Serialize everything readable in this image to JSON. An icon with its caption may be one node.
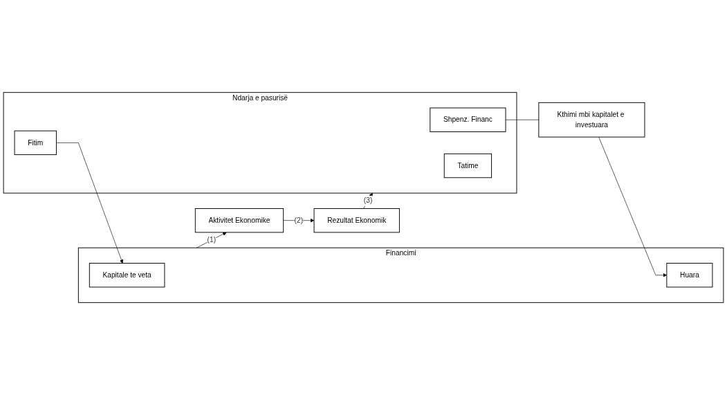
{
  "diagram": {
    "nodes": [
      {
        "text": [
          "Aktivitet Ekonomike"
        ]
      },
      {
        "text": [
          "Financimi"
        ]
      },
      {
        "text": [
          "Kapitale te veta"
        ],
        "in": 1
      },
      {
        "text": [
          "Huara"
        ],
        "in": 1
      },
      {
        "text": [
          "Rezultat Ekonomik"
        ]
      },
      {
        "text": [
          "Ndarja e pasurisë"
        ]
      },
      {
        "text": [
          "Shpenz. Financ"
        ],
        "in": 5
      },
      {
        "text": [
          "Tatime"
        ],
        "in": 5
      },
      {
        "text": [
          "Fitim"
        ],
        "in": 5
      },
      {
        "text": [
          "Kthimi mbi kapitalet e investuara"
        ]
      }
    ],
    "edges": [
      {
        "from": 1,
        "to": 0,
        "arrow": "to",
        "label": "(1)"
      },
      {
        "from": 0,
        "to": 4,
        "arrow": "to",
        "label": "(2)"
      },
      {
        "from": 4,
        "to": 5,
        "arrow": "to",
        "label": "(3)"
      },
      {
        "from": 6,
        "to": 9,
        "arrow": "none"
      },
      {
        "from": 9,
        "to": 3,
        "arrow": "to"
      },
      {
        "from": 8,
        "to": 2,
        "arrow": "to"
      }
    ]
  }
}
